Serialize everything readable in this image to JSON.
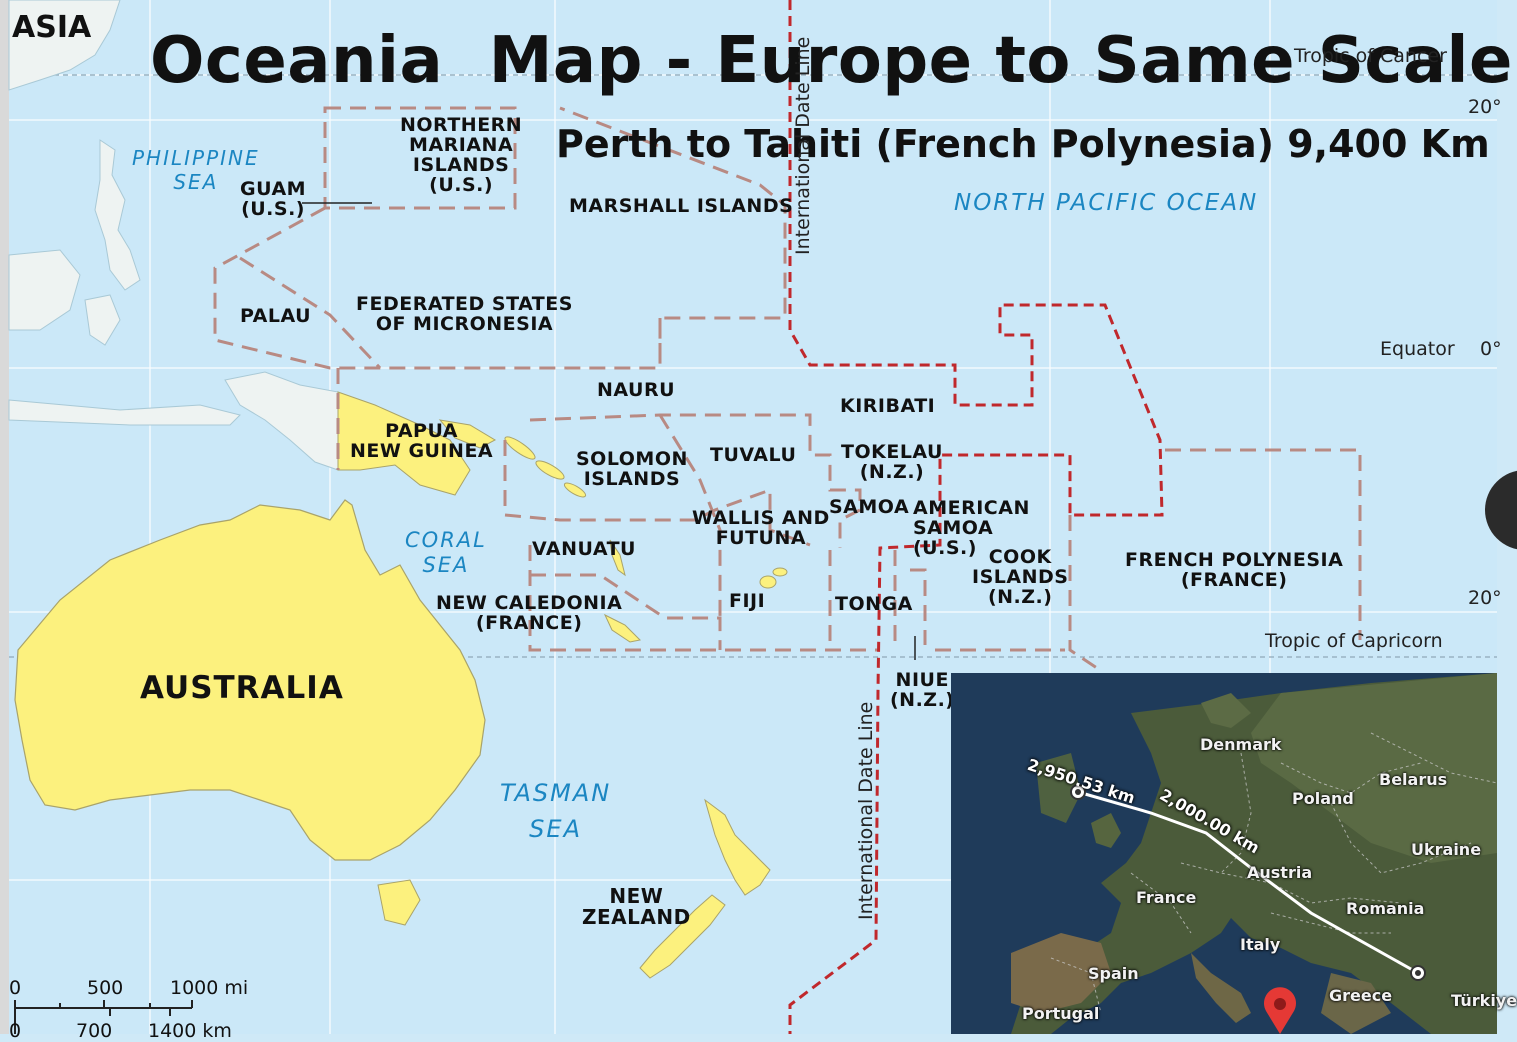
{
  "title": "Oceania  Map - Europe to Same Scale",
  "subtitle": "Perth to Tahiti (French Polynesia) 9,400 Km",
  "continents": {
    "asia": "ASIA",
    "australia": "AUSTRALIA"
  },
  "seas": {
    "philippine": "PHILIPPINE\nSEA",
    "north_pacific": "NORTH PACIFIC OCEAN",
    "coral": "CORAL\nSEA",
    "tasman": "TASMAN\nSEA"
  },
  "countries": {
    "guam": "GUAM\n(U.S.)",
    "northern_mariana": "NORTHERN\nMARIANA\nISLANDS\n(U.S.)",
    "marshall": "MARSHALL ISLANDS",
    "palau": "PALAU",
    "micronesia": "FEDERATED STATES\nOF MICRONESIA",
    "nauru": "NAURU",
    "kiribati": "KIRIBATI",
    "papua": "PAPUA\nNEW GUINEA",
    "solomon": "SOLOMON\nISLANDS",
    "tuvalu": "TUVALU",
    "tokelau": "TOKELAU\n(N.Z.)",
    "wallis": "WALLIS AND\nFUTUNA",
    "samoa": "SAMOA",
    "american_samoa": "AMERICAN\nSAMOA\n(U.S.)",
    "vanuatu": "VANUATU",
    "cook": "COOK\nISLANDS\n(N.Z.)",
    "french_polynesia": "FRENCH POLYNESIA\n(FRANCE)",
    "new_caledonia": "NEW CALEDONIA\n(FRANCE)",
    "fiji": "FIJI",
    "tonga": "TONGA",
    "niue": "NIUE\n(N.Z.)",
    "new_zealand": "NEW\nZEALAND"
  },
  "lines": {
    "date_line": "International Date Line",
    "tropic_cancer": "Tropic of Cancer",
    "equator": "Equator",
    "tropic_capricorn": "Tropic of Capricorn",
    "lat_20_top": "20°",
    "lat_0": "0°",
    "lat_20_bottom": "20°"
  },
  "scale": {
    "mi": [
      "0",
      "500",
      "1000 mi"
    ],
    "km": [
      "0",
      "700",
      "1400 km"
    ]
  },
  "inset": {
    "countries": [
      "Denmark",
      "Belarus",
      "Poland",
      "Ukraine",
      "Austria",
      "France",
      "Romania",
      "Italy",
      "Spain",
      "Greece",
      "Portugal",
      "Türkiye"
    ],
    "distances": [
      "2,950.53 km",
      "2,000.00 km"
    ]
  },
  "colors": {
    "ocean": "#cbe8f8",
    "land_other": "#eef3f2",
    "australia": "#fcf17e",
    "border_red": "#c0282c",
    "border_dash": "#b88a83"
  }
}
